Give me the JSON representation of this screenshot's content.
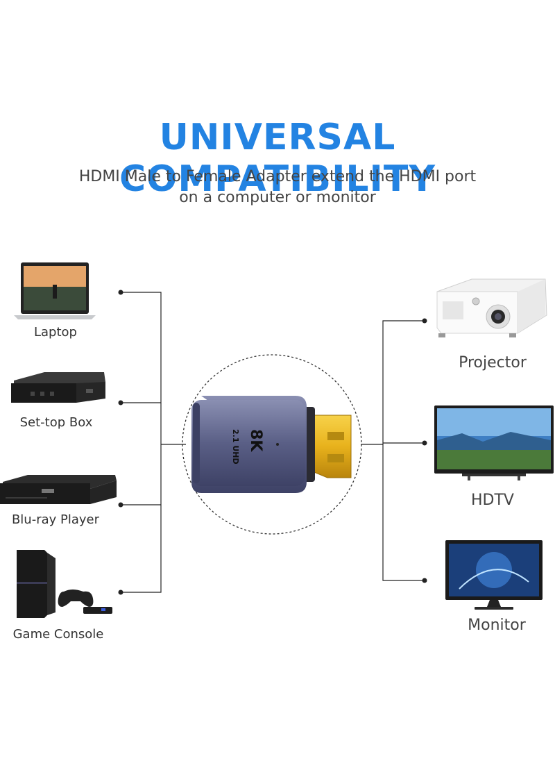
{
  "header": {
    "title": "UNIVERSAL COMPATIBILITY",
    "subtitle_line1": "HDMI Male to Female Adapter extend the HDMI port",
    "subtitle_line2": "on a computer or monitor"
  },
  "left_devices": [
    {
      "label": "Laptop",
      "icon": "laptop-icon"
    },
    {
      "label": "Set-top Box",
      "icon": "set-top-box-icon"
    },
    {
      "label": "Blu-ray Player",
      "icon": "blu-ray-player-icon"
    },
    {
      "label": "Game Console",
      "icon": "game-console-icon"
    }
  ],
  "right_devices": [
    {
      "label": "Projector",
      "icon": "projector-icon"
    },
    {
      "label": "HDTV",
      "icon": "tv-icon"
    },
    {
      "label": "Monitor",
      "icon": "monitor-icon"
    }
  ],
  "adapter": {
    "badge_main": "8K",
    "badge_sub": "2.1 UHD"
  },
  "colors": {
    "title": "#2383e2",
    "adapter_body": "#5a5f86",
    "gold": "#e8b21c"
  }
}
